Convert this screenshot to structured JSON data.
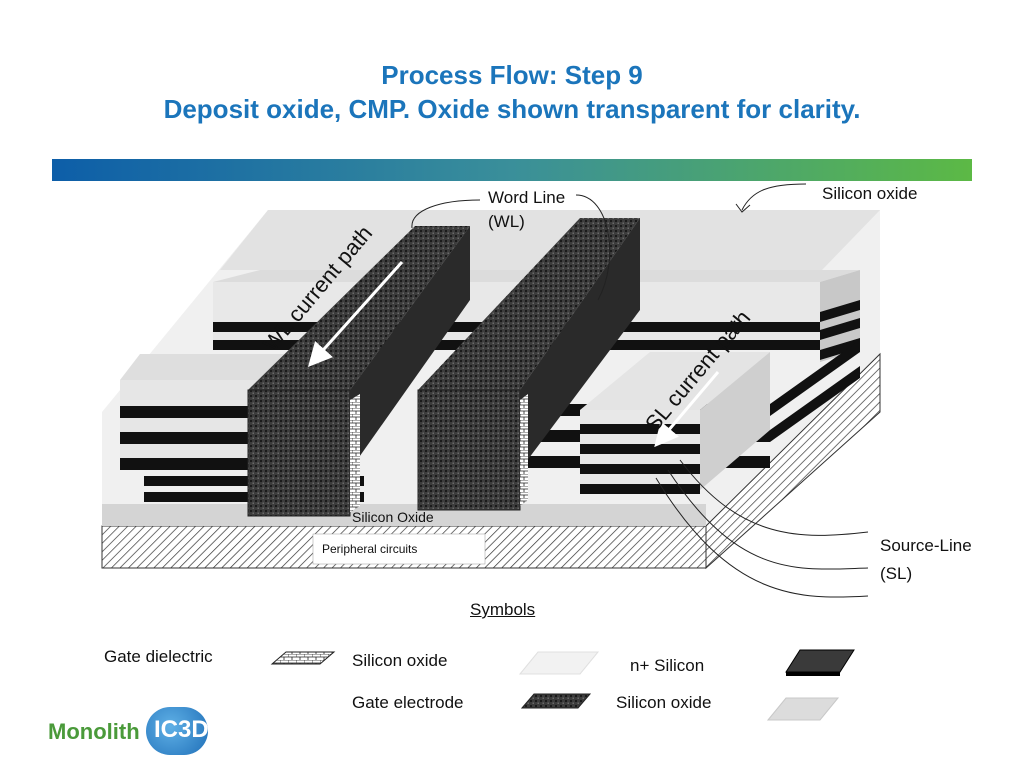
{
  "title": {
    "line1": "Process Flow: Step 9",
    "line2": "Deposit oxide, CMP. Oxide shown transparent for clarity."
  },
  "labels": {
    "word_line": "Word Line",
    "word_line_abbr": "(WL)",
    "silicon_oxide_top": "Silicon oxide",
    "wl_current_path": "WL current path",
    "sl_current_path": "SL current path",
    "silicon_oxide_base": "Silicon Oxide",
    "peripheral_circuits": "Peripheral circuits",
    "source_line": "Source-Line",
    "source_line_abbr": "(SL)"
  },
  "symbols": {
    "heading": "Symbols",
    "gate_dielectric": "Gate dielectric",
    "silicon_oxide_1": "Silicon oxide",
    "n_plus_silicon": "n+ Silicon",
    "gate_electrode": "Gate electrode",
    "silicon_oxide_2": "Silicon oxide"
  },
  "logo": {
    "text": "Monolith",
    "badge": "IC3D"
  },
  "colors": {
    "title": "#1b75bb",
    "bar_start": "#0d5ea8",
    "bar_end": "#5cb945",
    "n_plus_silicon": "#111111",
    "oxide_light": "#e6e6e6",
    "oxide_very_light": "#f2f2f2",
    "gate_electrode": "#3a3a3a"
  }
}
